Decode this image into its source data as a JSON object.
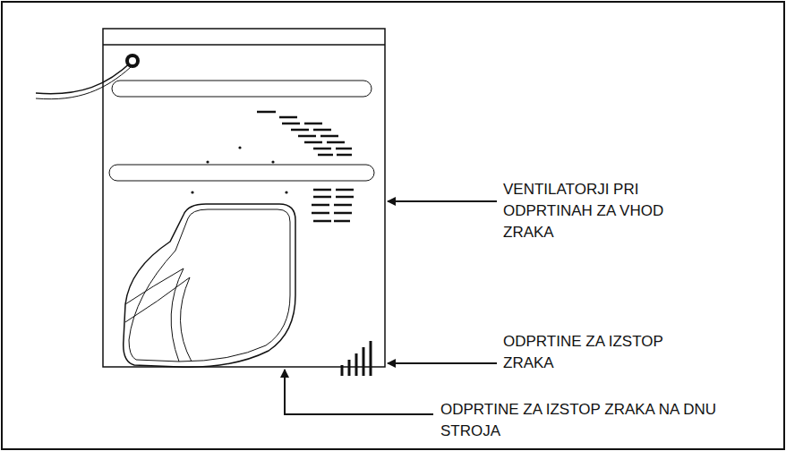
{
  "diagram": {
    "labels": [
      "VENTILATORJI PRI ODPRTINAH ZA VHOD ZRAKA",
      "ODPRTINE ZA IZSTOP ZRAKA",
      "ODPRTINE ZA IZSTOP ZRAKA NA DNU STROJA"
    ]
  }
}
